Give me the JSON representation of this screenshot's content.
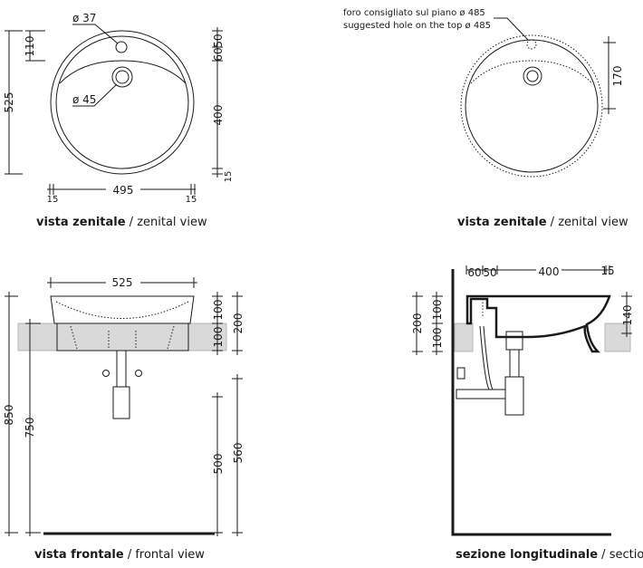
{
  "top_left": {
    "hole_label": "ø 37",
    "drain_label": "ø 45",
    "dims": {
      "total_depth": "525",
      "hole_offset": "110",
      "d50": "50",
      "d60": "60",
      "d400": "400",
      "d15_right": "15",
      "width": "495",
      "d15_left": "15",
      "d15_r": "15"
    },
    "caption_bold": "vista zenitale",
    "caption_rest": " / zenital view"
  },
  "top_right": {
    "note_it": "foro consigliato sul piano ø 485",
    "note_en": "suggested hole on the top ø 485",
    "dims": {
      "d170": "170"
    },
    "caption_bold": "vista zenitale",
    "caption_rest": " / zenital view"
  },
  "bottom_left": {
    "dims": {
      "width": "525",
      "d100a": "100",
      "d100b": "100",
      "d200": "200",
      "d850": "850",
      "d750": "750",
      "d500": "500",
      "d560": "560"
    },
    "caption_bold": "vista frontale",
    "caption_rest": " / frontal view"
  },
  "bottom_right": {
    "dims": {
      "d60": "60",
      "d50": "50",
      "d400": "400",
      "d15": "15",
      "d200": "200",
      "d100a": "100",
      "d100b": "100",
      "d140": "140"
    },
    "caption_bold": "sezione longitudinale",
    "caption_rest": " / section"
  }
}
